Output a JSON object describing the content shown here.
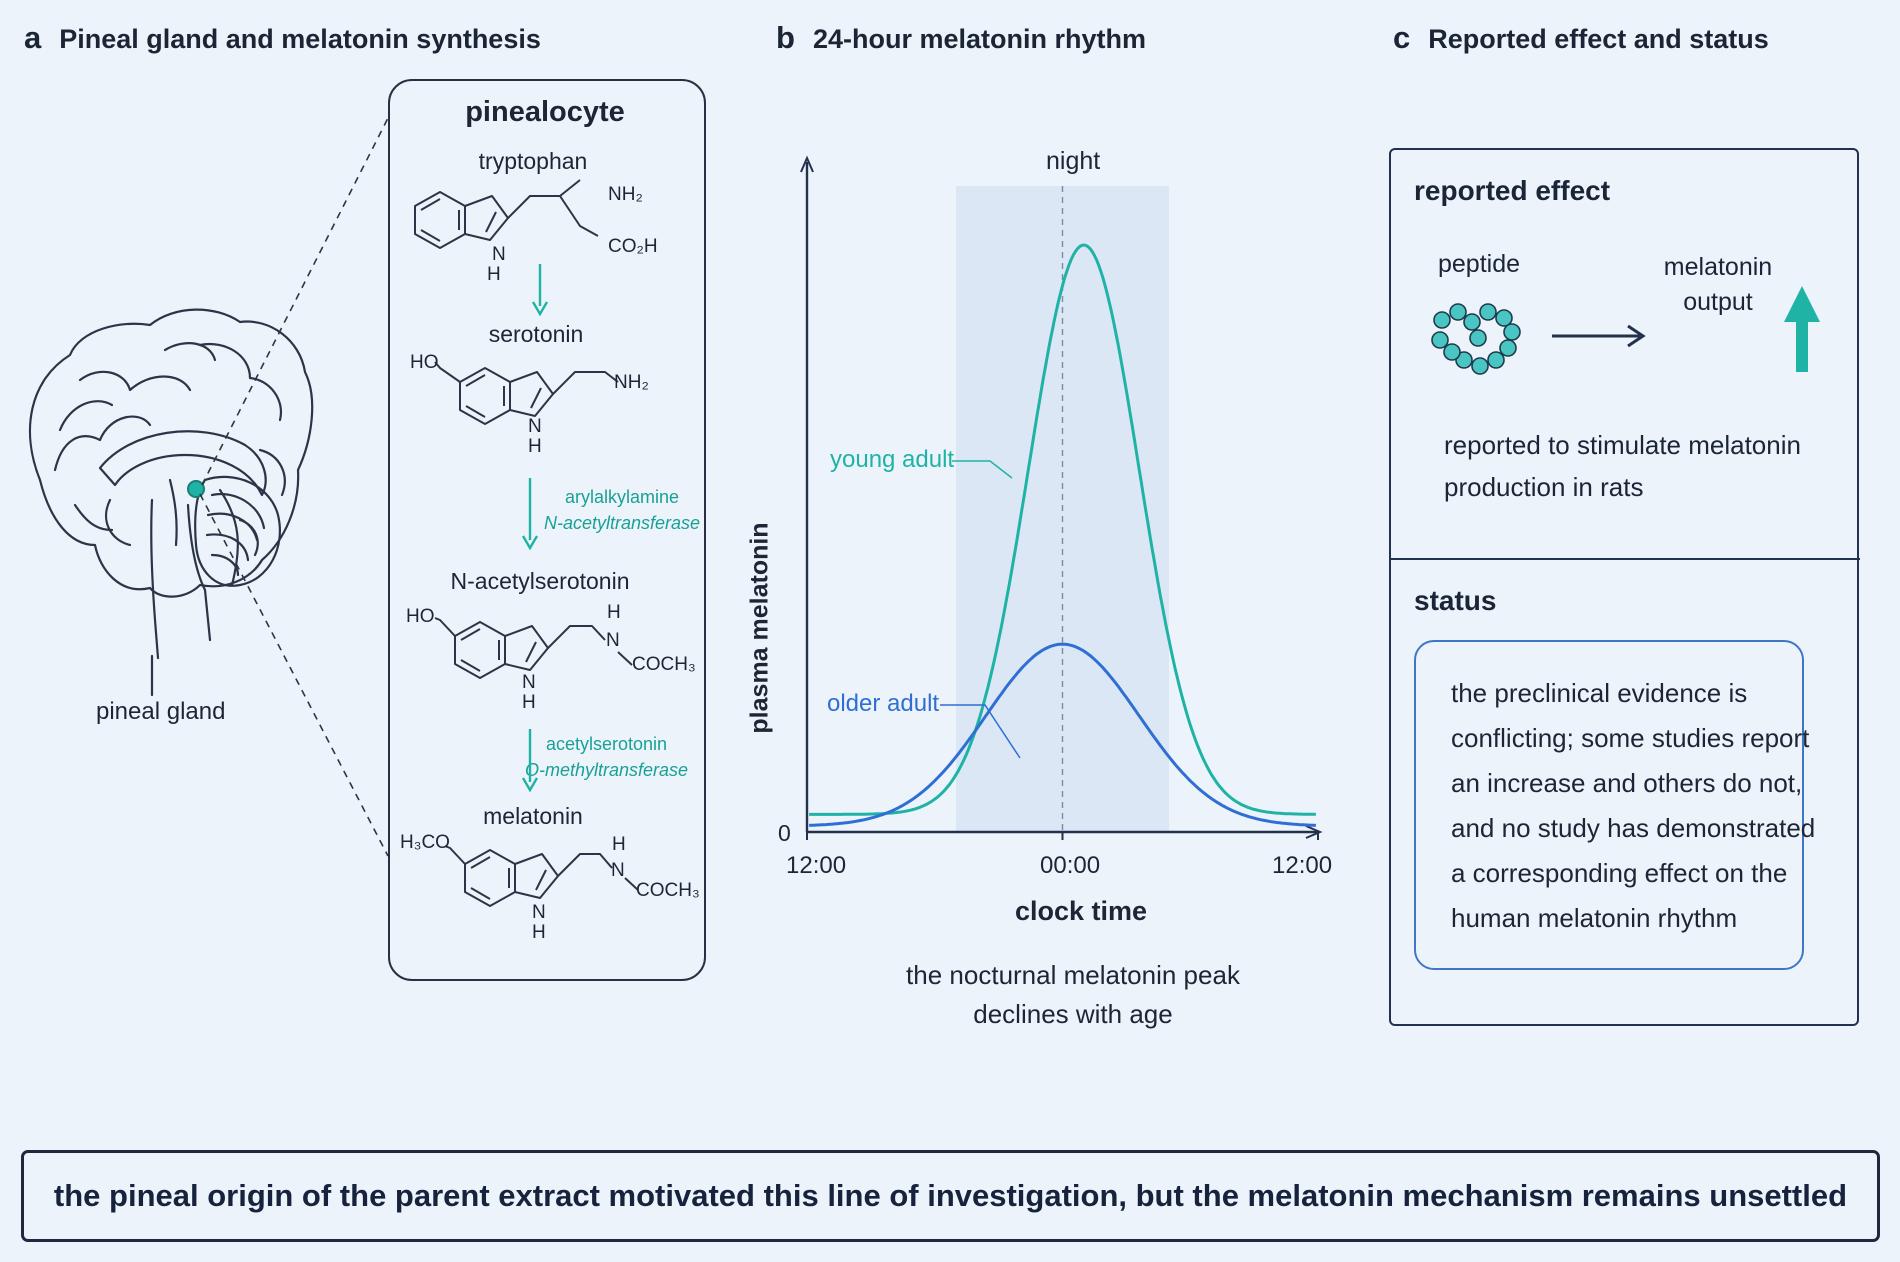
{
  "panel_a": {
    "letter": "a",
    "title": "Pineal gland and melatonin synthesis",
    "brain_label": "pineal gland",
    "cell_title": "pinealocyte",
    "steps": [
      {
        "name": "tryptophan"
      },
      {
        "name": "serotonin"
      },
      {
        "name": "N-acetylserotonin",
        "enzyme_line1": "arylalkylamine",
        "enzyme_line2": "N-acetyltransferase"
      },
      {
        "name": "melatonin",
        "enzyme_line1": "acetylserotonin",
        "enzyme_line2": "O-methyltransferase"
      }
    ],
    "chem_groups": {
      "nh2": "NH₂",
      "co2h": "CO₂H",
      "n": "N",
      "h": "H",
      "ho": "HO",
      "coch3": "COCH₃",
      "h3co": "H₃CO"
    }
  },
  "panel_b": {
    "letter": "b",
    "title": "24-hour melatonin rhythm",
    "night_label": "night",
    "caption_line1": "the nocturnal melatonin peak",
    "caption_line2": "declines with age",
    "chart_data": {
      "type": "line",
      "ylabel": "plasma melatonin",
      "xlabel": "clock time",
      "x_ticks": [
        "12:00",
        "00:00",
        "12:00"
      ],
      "y_ticks": [
        "0"
      ],
      "night_band_hours": [
        -5,
        5
      ],
      "x_range_hours": [
        -12,
        12
      ],
      "series": [
        {
          "name": "young adult",
          "color": "#1fb3a6",
          "peak_hour": 1,
          "peak_value": 1.0,
          "width": 2.6,
          "baseline": 0.03
        },
        {
          "name": "older adult",
          "color": "#2f6fd3",
          "peak_hour": 0,
          "peak_value": 0.32,
          "width": 3.6,
          "baseline": 0.01
        }
      ]
    }
  },
  "panel_c": {
    "letter": "c",
    "title": "Reported effect and status",
    "effect_heading": "reported effect",
    "peptide_label": "peptide",
    "output_label_line1": "melatonin",
    "output_label_line2": "output",
    "effect_text_line1": "reported to stimulate melatonin",
    "effect_text_line2": "production in rats",
    "status_heading": "status",
    "status_lines": [
      "the preclinical  evidence is",
      "conflicting; some studies report",
      "an increase and others do not,",
      "and no study has demonstrated",
      "a corresponding effect on the",
      "human melatonin rhythm"
    ]
  },
  "footer": "the pineal origin of the parent extract motivated this line of investigation, but the melatonin mechanism remains unsettled",
  "colors": {
    "teal": "#1fb3a6",
    "blue": "#2f6fd3",
    "navy": "#22314c",
    "band": "#dbe7f4"
  }
}
